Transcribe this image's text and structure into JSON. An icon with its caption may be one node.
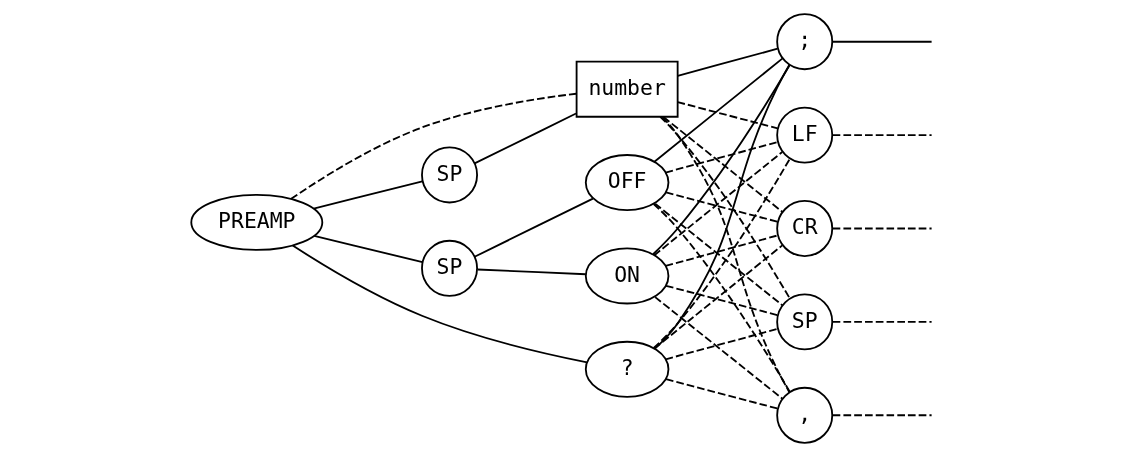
{
  "diagram": {
    "nodes": [
      {
        "text": [
          "PREAMP"
        ]
      },
      {
        "text": [
          "SP"
        ]
      },
      {
        "text": [
          "number"
        ]
      },
      {
        "text": [
          "SP"
        ]
      },
      {
        "text": [
          "OFF"
        ]
      },
      {
        "text": [
          "ON"
        ]
      },
      {
        "text": [
          "?"
        ]
      },
      {
        "text": [
          ";"
        ]
      },
      {
        "text": [
          "LF"
        ]
      },
      {
        "text": [
          "CR"
        ]
      },
      {
        "text": [
          "SP"
        ]
      },
      {
        "text": [
          ","
        ]
      }
    ],
    "edges": [
      {
        "from": 0,
        "to": 1,
        "arrow": "none"
      },
      {
        "from": 1,
        "to": 2,
        "arrow": "none"
      },
      {
        "from": 0,
        "to": 2,
        "arrow": "none",
        "style": "dashed"
      },
      {
        "from": 0,
        "to": 3,
        "arrow": "none"
      },
      {
        "from": 3,
        "to": 4,
        "arrow": "none"
      },
      {
        "from": 3,
        "to": 5,
        "arrow": "none"
      },
      {
        "from": 0,
        "to": 6,
        "arrow": "none"
      },
      {
        "from": 2,
        "to": 7,
        "arrow": "none"
      },
      {
        "from": 2,
        "to": 8,
        "arrow": "none",
        "style": "dashed"
      },
      {
        "from": 2,
        "to": 9,
        "arrow": "none",
        "style": "dashed"
      },
      {
        "from": 2,
        "to": 10,
        "arrow": "none",
        "style": "dashed"
      },
      {
        "from": 2,
        "to": 11,
        "arrow": "none",
        "style": "dashed"
      },
      {
        "from": 4,
        "to": 7,
        "arrow": "none"
      },
      {
        "from": 4,
        "to": 8,
        "arrow": "none",
        "style": "dashed"
      },
      {
        "from": 4,
        "to": 9,
        "arrow": "none",
        "style": "dashed"
      },
      {
        "from": 4,
        "to": 10,
        "arrow": "none",
        "style": "dashed"
      },
      {
        "from": 4,
        "to": 11,
        "arrow": "none",
        "style": "dashed"
      },
      {
        "from": 5,
        "to": 7,
        "arrow": "none"
      },
      {
        "from": 5,
        "to": 8,
        "arrow": "none",
        "style": "dashed"
      },
      {
        "from": 5,
        "to": 9,
        "arrow": "none",
        "style": "dashed"
      },
      {
        "from": 5,
        "to": 10,
        "arrow": "none",
        "style": "dashed"
      },
      {
        "from": 5,
        "to": 11,
        "arrow": "none",
        "style": "dashed"
      },
      {
        "from": 6,
        "to": 7,
        "arrow": "none"
      },
      {
        "from": 6,
        "to": 8,
        "arrow": "none",
        "style": "dashed"
      },
      {
        "from": 6,
        "to": 9,
        "arrow": "none",
        "style": "dashed"
      },
      {
        "from": 6,
        "to": 10,
        "arrow": "none",
        "style": "dashed"
      },
      {
        "from": 6,
        "to": 11,
        "arrow": "none",
        "style": "dashed"
      },
      {
        "from": 7,
        "to": null,
        "arrow": "none"
      },
      {
        "from": 8,
        "to": null,
        "arrow": "none",
        "style": "dashed"
      },
      {
        "from": 9,
        "to": null,
        "arrow": "none",
        "style": "dashed"
      },
      {
        "from": 10,
        "to": null,
        "arrow": "none",
        "style": "dashed"
      },
      {
        "from": 11,
        "to": null,
        "arrow": "none",
        "style": "dashed"
      }
    ]
  }
}
